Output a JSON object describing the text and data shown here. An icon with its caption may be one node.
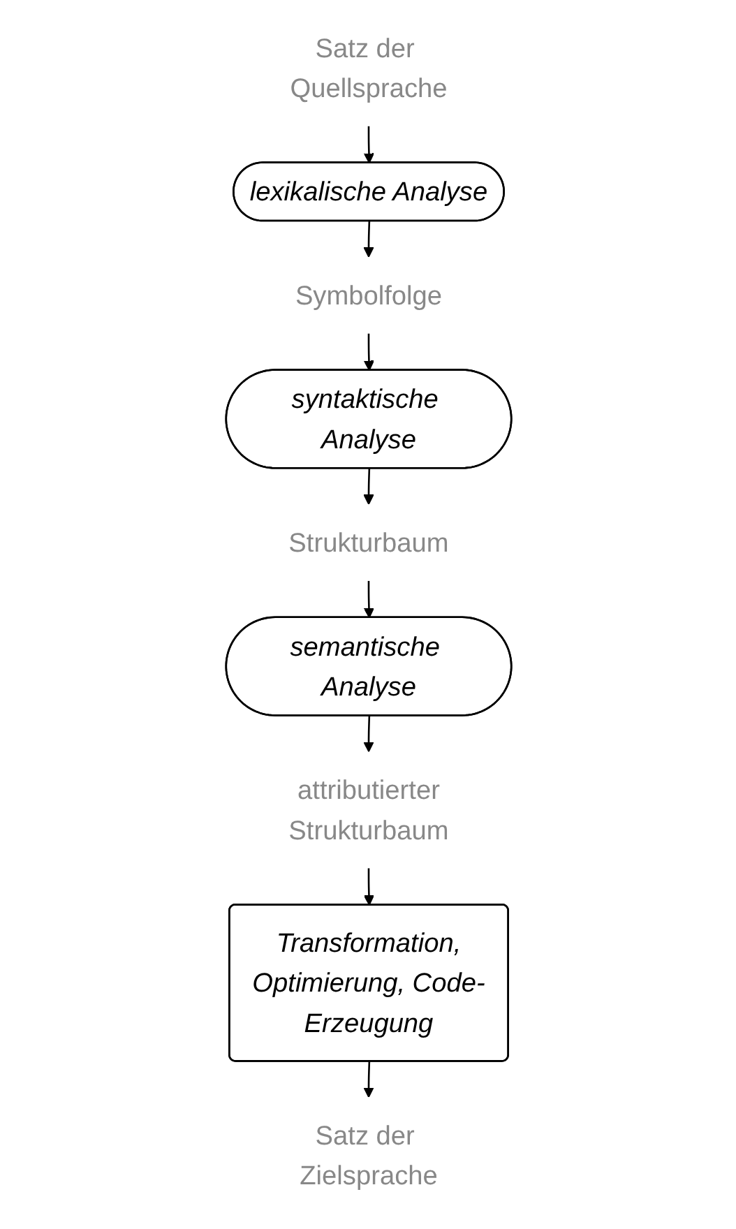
{
  "diagram": {
    "nodes": [
      {
        "text": [
          "Satz der Quellsprache"
        ]
      },
      {
        "text": [
          "lexikalische Analyse"
        ]
      },
      {
        "text": [
          "Symbolfolge"
        ]
      },
      {
        "text": [
          "syntaktische Analyse"
        ]
      },
      {
        "text": [
          "Strukturbaum"
        ]
      },
      {
        "text": [
          "semantische Analyse"
        ]
      },
      {
        "text": [
          "attributierter Strukturbaum"
        ]
      },
      {
        "text": [
          "Transformation, Optimierung, Code-Erzeugung"
        ]
      },
      {
        "text": [
          "Satz der Zielsprache"
        ]
      }
    ],
    "edges": [
      {
        "from": 0,
        "to": 1,
        "arrow": "to"
      },
      {
        "from": 1,
        "to": 2,
        "arrow": "to"
      },
      {
        "from": 2,
        "to": 3,
        "arrow": "to"
      },
      {
        "from": 3,
        "to": 4,
        "arrow": "to"
      },
      {
        "from": 4,
        "to": 5,
        "arrow": "to"
      },
      {
        "from": 5,
        "to": 6,
        "arrow": "to"
      },
      {
        "from": 6,
        "to": 7,
        "arrow": "to"
      },
      {
        "from": 7,
        "to": 8,
        "arrow": "to"
      }
    ]
  }
}
